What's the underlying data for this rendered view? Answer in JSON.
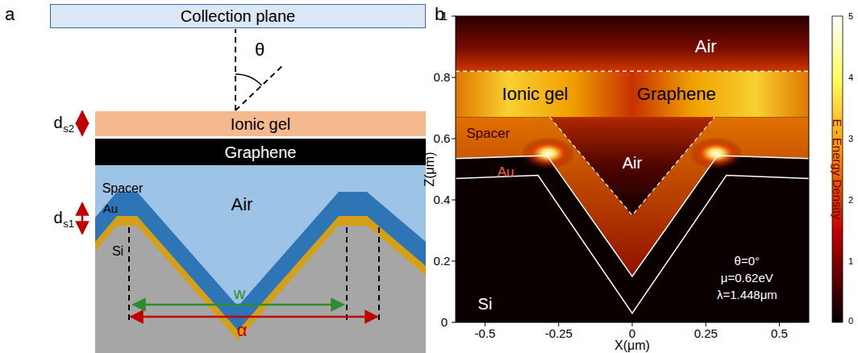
{
  "diagram": {
    "nodes": [
      {
        "text": [
          "Collection plane"
        ]
      },
      {
        "text": [
          "Ionic gel"
        ]
      },
      {
        "text": [
          "Graphene"
        ]
      }
    ],
    "labels": [
      "a",
      "θ",
      "d",
      "s2",
      "d",
      "s1",
      "Spacer",
      "Au",
      "Si",
      "Air",
      "w",
      "α",
      "b",
      "Air",
      "Ionic gel",
      "Graphene",
      "Spacer",
      "Air",
      "Au",
      "Si",
      "θ=0°",
      "μ=0.62eV",
      "λ=1.448μm",
      "1",
      "0.8",
      "0.6",
      "0.4",
      "0.2",
      "0",
      "-0.5",
      "-0.25",
      "0",
      "0.25",
      "0.5",
      "Z(μm)",
      "X(μm)",
      "E - Energy Density",
      "5",
      "4",
      "3",
      "2",
      "1",
      "0"
    ]
  }
}
